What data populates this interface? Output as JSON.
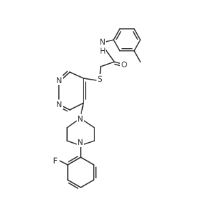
{
  "molecule": {
    "atom_labels": {
      "nh_n": "N",
      "nh_h": "H",
      "carbonyl_o": "O",
      "thioether_s": "S",
      "pyrimidine_n_top": "N",
      "pyrimidine_n_bottom": "N",
      "piperazine_n_top": "N",
      "piperazine_n_bottom": "N",
      "fluorine": "F"
    }
  }
}
